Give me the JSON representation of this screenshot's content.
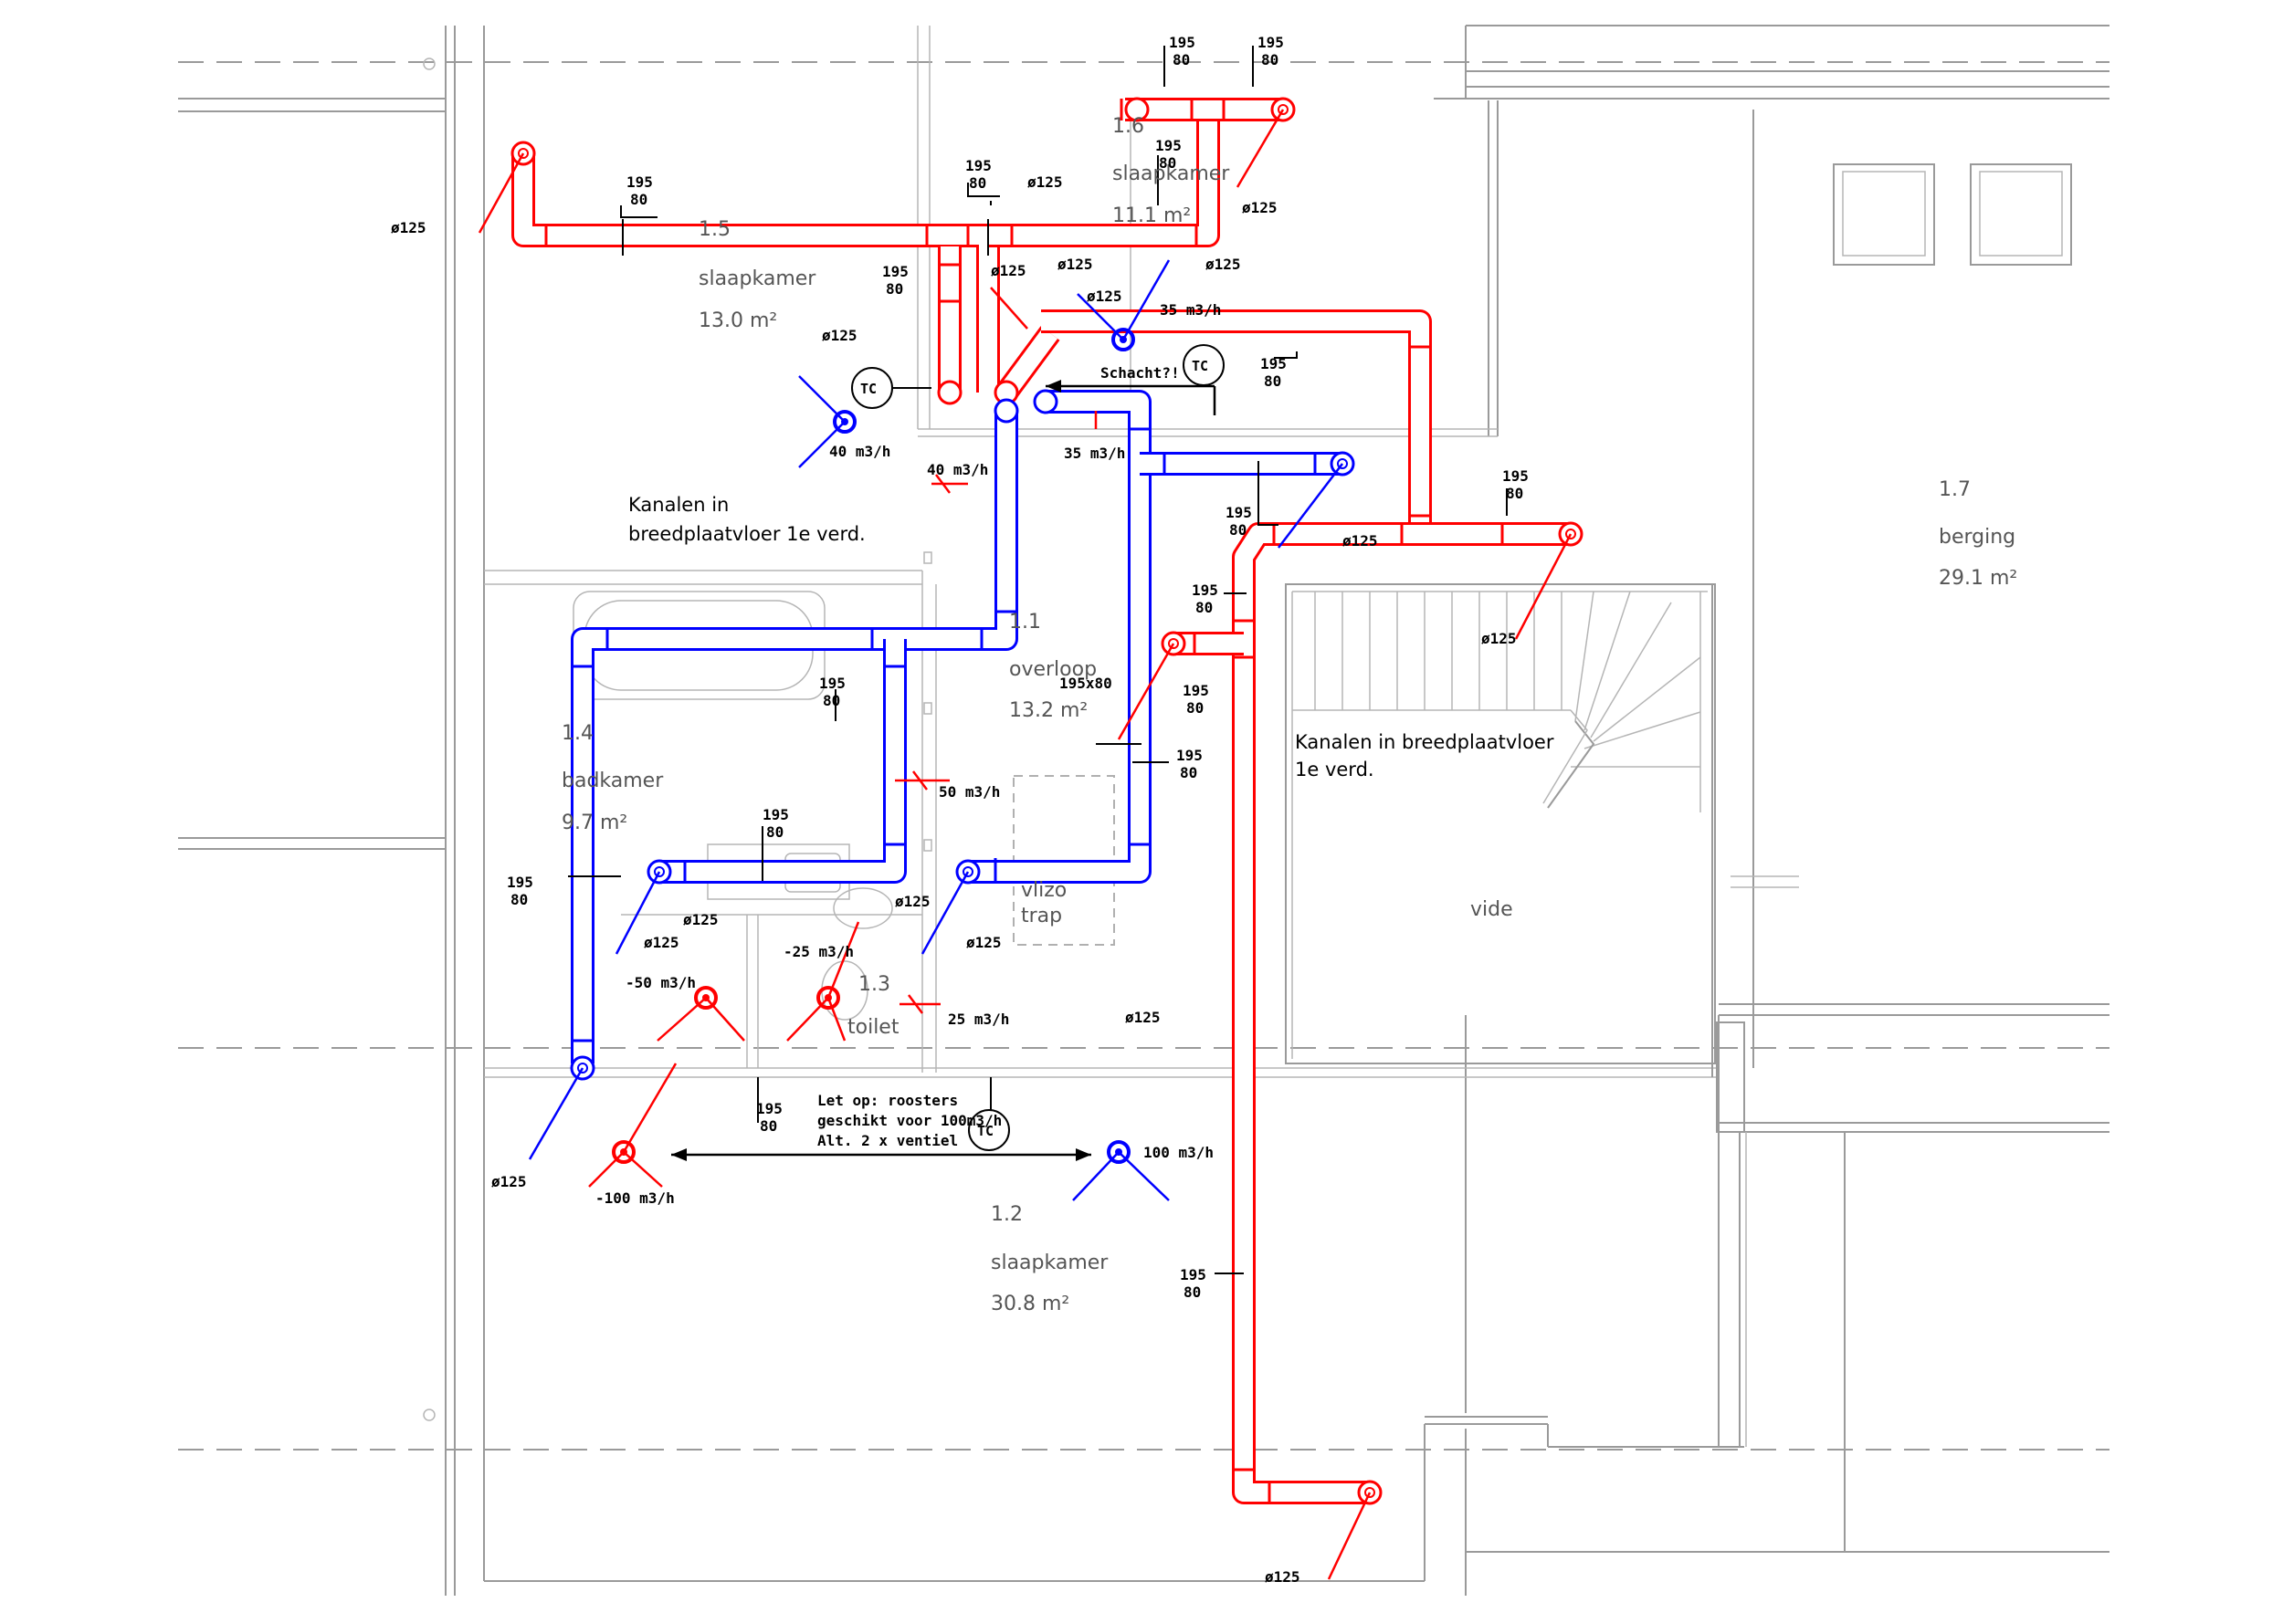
{
  "rooms": {
    "r15": {
      "number": "1.5",
      "name": "slaapkamer",
      "area": "13.0 m²"
    },
    "r16": {
      "number": "1.6",
      "name": "slaapkamer",
      "area": "11.1 m²"
    },
    "r17": {
      "number": "1.7",
      "name": "berging",
      "area": "29.1 m²"
    },
    "r14": {
      "number": "1.4",
      "name": "badkamer",
      "area": "9.7 m²"
    },
    "r11": {
      "number": "1.1",
      "name": "overloop",
      "area": "13.2 m²"
    },
    "r13": {
      "number": "1.3",
      "name": "toilet"
    },
    "r12": {
      "number": "1.2",
      "name": "slaapkamer",
      "area": "30.8 m²"
    },
    "vide": "vide",
    "vlizo_1": "vlizo",
    "vlizo_2": "trap"
  },
  "notes": {
    "kanalen_left_1": "Kanalen in",
    "kanalen_left_2": "breedplaatvloer 1e verd.",
    "kanalen_right_1": "Kanalen in breedplaatvloer",
    "kanalen_right_2": "1e verd.",
    "letop_1": "Let op: roosters",
    "letop_2": "geschikt voor 100m3/h",
    "letop_3": "Alt. 2 x ventiel",
    "schacht": "Schacht?!",
    "tc": "TC"
  },
  "labels": {
    "d125": "ø125",
    "dim_w": "195",
    "dim_h": "80",
    "dim_195x80": "195x80",
    "f40": "40 m3/h",
    "f35": "35 m3/h",
    "f50": "50 m3/h",
    "fm50": "-50 m3/h",
    "fm25": "-25 m3/h",
    "f25": "25 m3/h",
    "f100": "100 m3/h",
    "fm100": "-100 m3/h"
  },
  "colors": {
    "supply": "#0000ff",
    "extract": "#ff0000",
    "walls": "#9a9a9a"
  }
}
